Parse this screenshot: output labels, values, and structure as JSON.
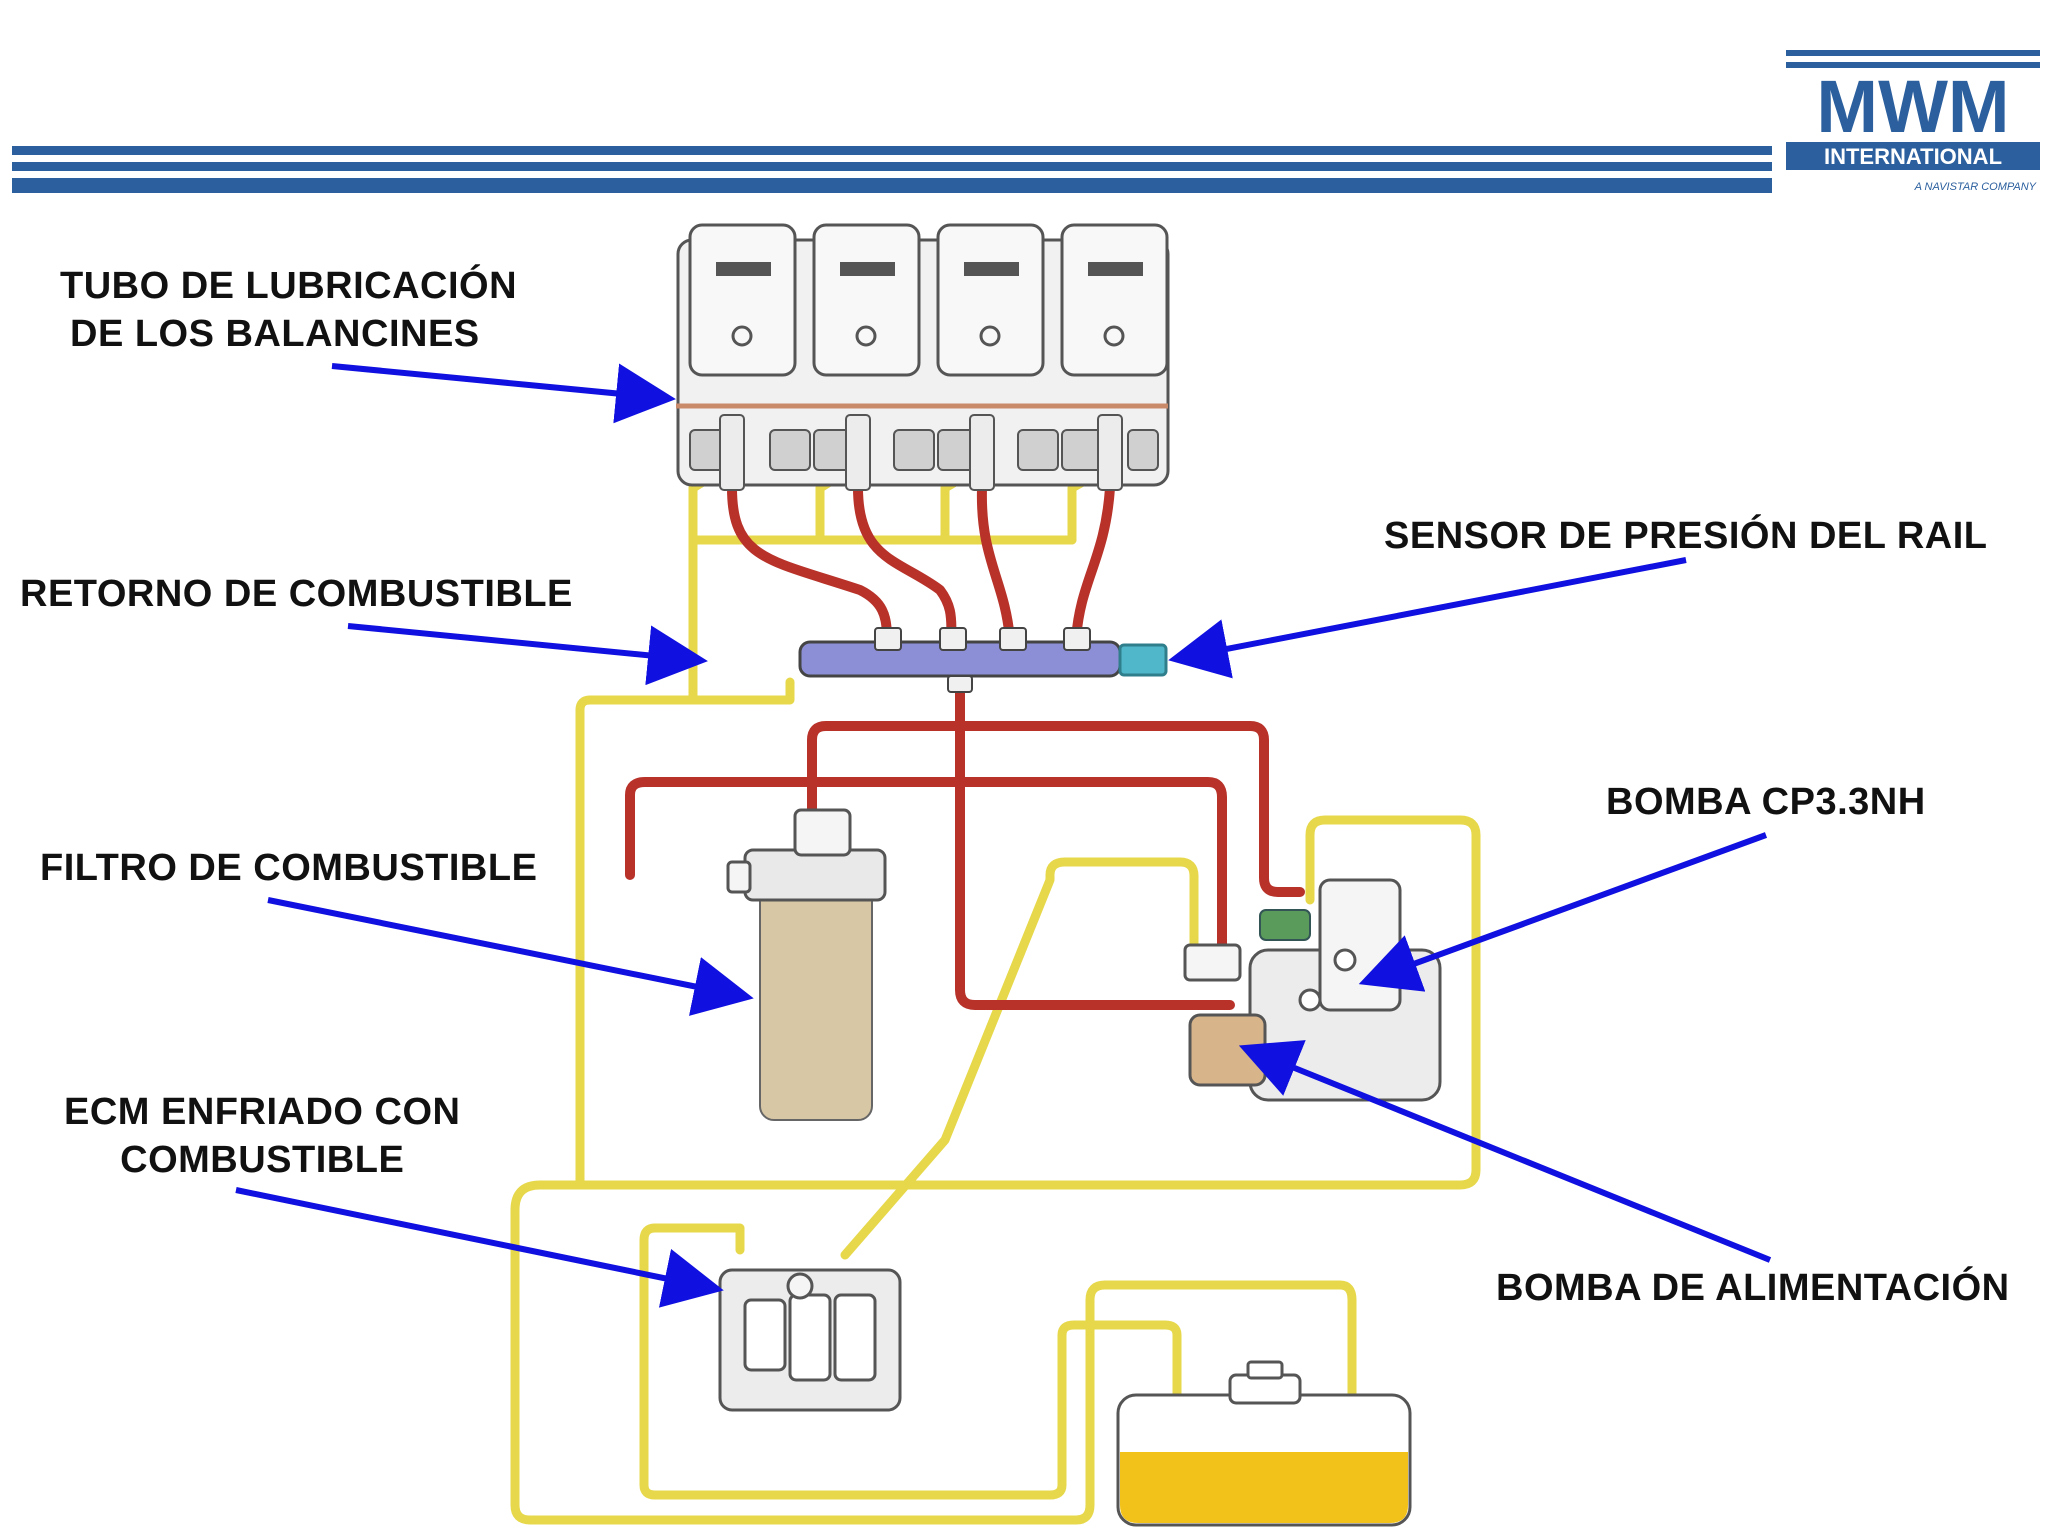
{
  "logo": {
    "brand": "MWM",
    "sub": "INTERNATIONAL",
    "tagline": "A NAVISTAR COMPANY",
    "color": "#2b5f9e"
  },
  "labels": {
    "lubrication_tube_line1": "TUBO DE LUBRICACIÓN",
    "lubrication_tube_line2": "DE LOS BALANCINES",
    "fuel_return": "RETORNO DE COMBUSTIBLE",
    "rail_pressure_sensor": "SENSOR DE PRESIÓN DEL RAIL",
    "pump": "BOMBA CP3.3NH",
    "fuel_filter": "FILTRO DE COMBUSTIBLE",
    "ecm_line1": "ECM ENFRIADO CON",
    "ecm_line2": "COMBUSTIBLE",
    "feed_pump": "BOMBA DE ALIMENTACIÓN"
  },
  "colors": {
    "arrow": "#1010e0",
    "low_pressure_line": "#e6d84a",
    "high_pressure_line": "#b8322a",
    "rail": "#8d8fd6",
    "sensor": "#4fb7c9",
    "filter_body": "#d8c7a4",
    "fuel": "#f2c21a",
    "header_stripes": "#2b5f9e"
  }
}
